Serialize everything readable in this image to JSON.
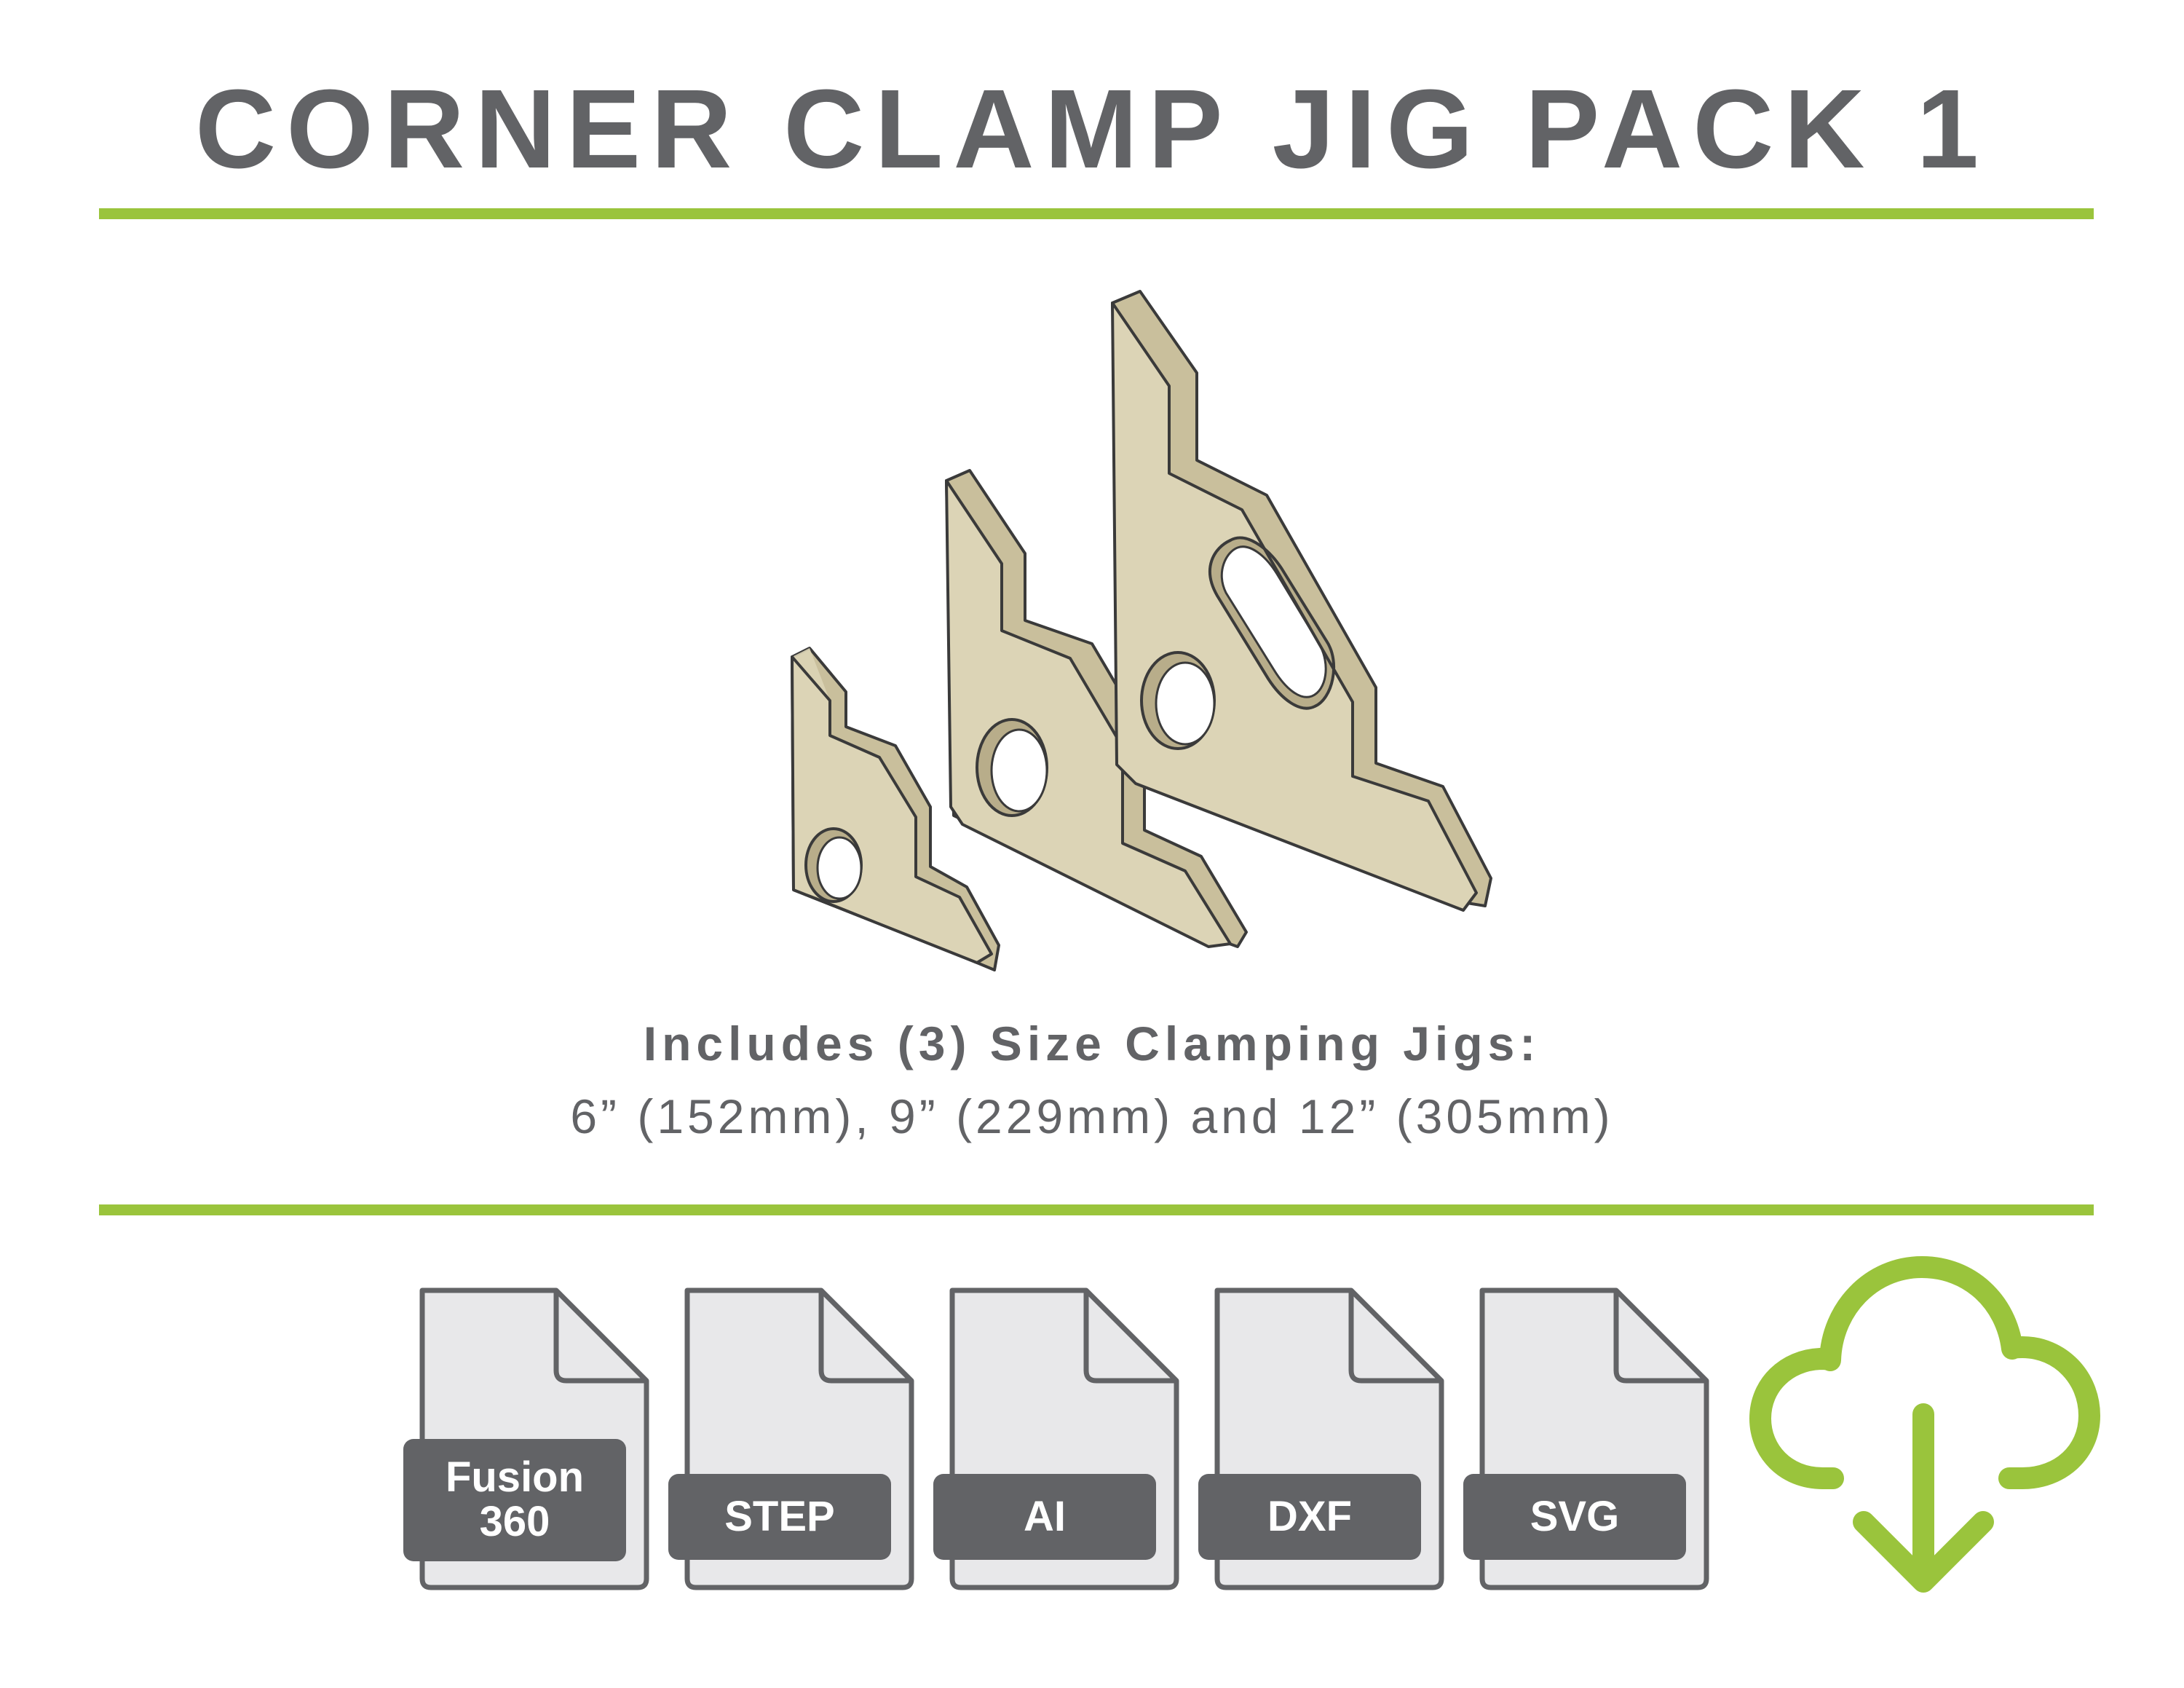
{
  "title": "CORNER CLAMP JIG PACK 1",
  "colors": {
    "accent_green": "#9ac43c",
    "text_gray": "#626366",
    "jig_fill": "#dcd4b6",
    "jig_edge": "#c9bf9c",
    "file_fill": "#e8e8ea"
  },
  "includes": {
    "heading": "Includes (3) Size Clamping Jigs:",
    "sizes": "6” (152mm), 9” (229mm) and 12” (305mm)"
  },
  "file_formats": [
    {
      "line1": "Fusion",
      "line2": "360",
      "icon": "file-icon"
    },
    {
      "line1": "STEP",
      "icon": "file-icon"
    },
    {
      "line1": "AI",
      "icon": "file-icon"
    },
    {
      "line1": "DXF",
      "icon": "file-icon"
    },
    {
      "line1": "SVG",
      "icon": "file-icon"
    }
  ],
  "download": {
    "icon": "cloud-download-icon"
  }
}
